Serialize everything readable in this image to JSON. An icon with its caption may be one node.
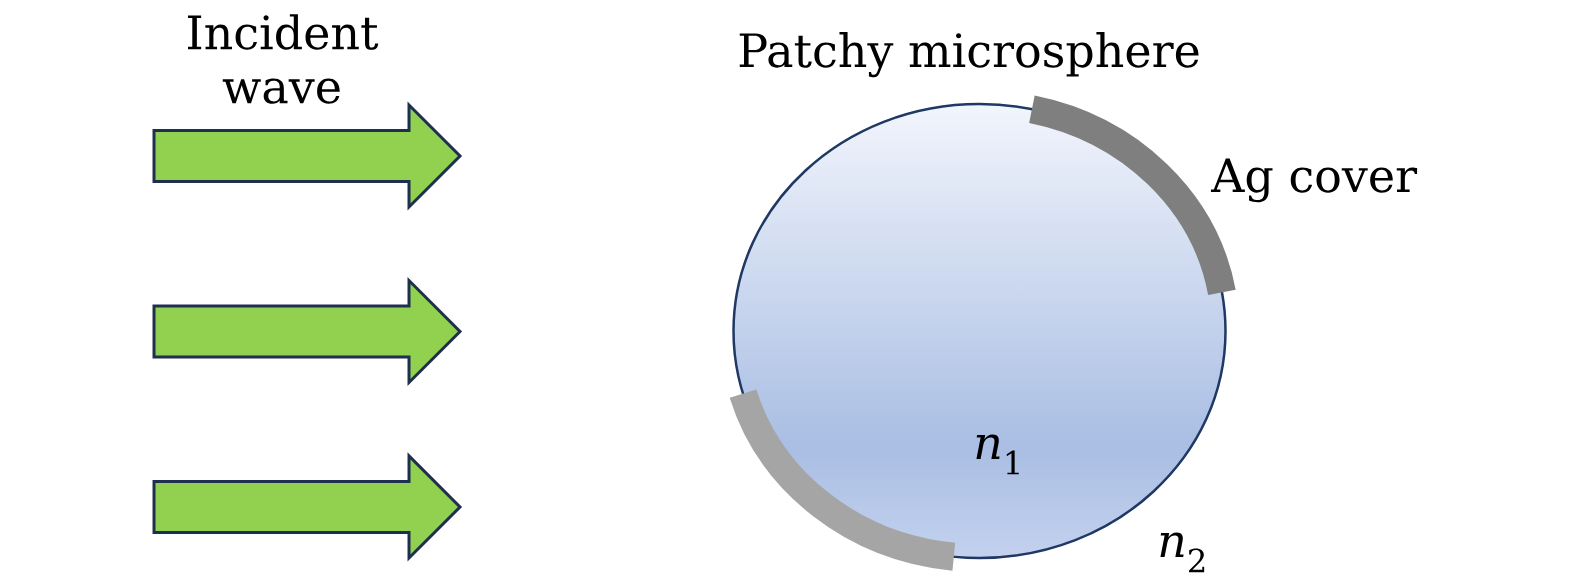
{
  "diagram": {
    "nodes": [
      {
        "text": [
          "Patchy microsphere",
          "*n*$_{1}$"
        ]
      }
    ],
    "labels": [
      "Incident wave",
      "Ag cover",
      "*n*$_{2}$"
    ]
  }
}
